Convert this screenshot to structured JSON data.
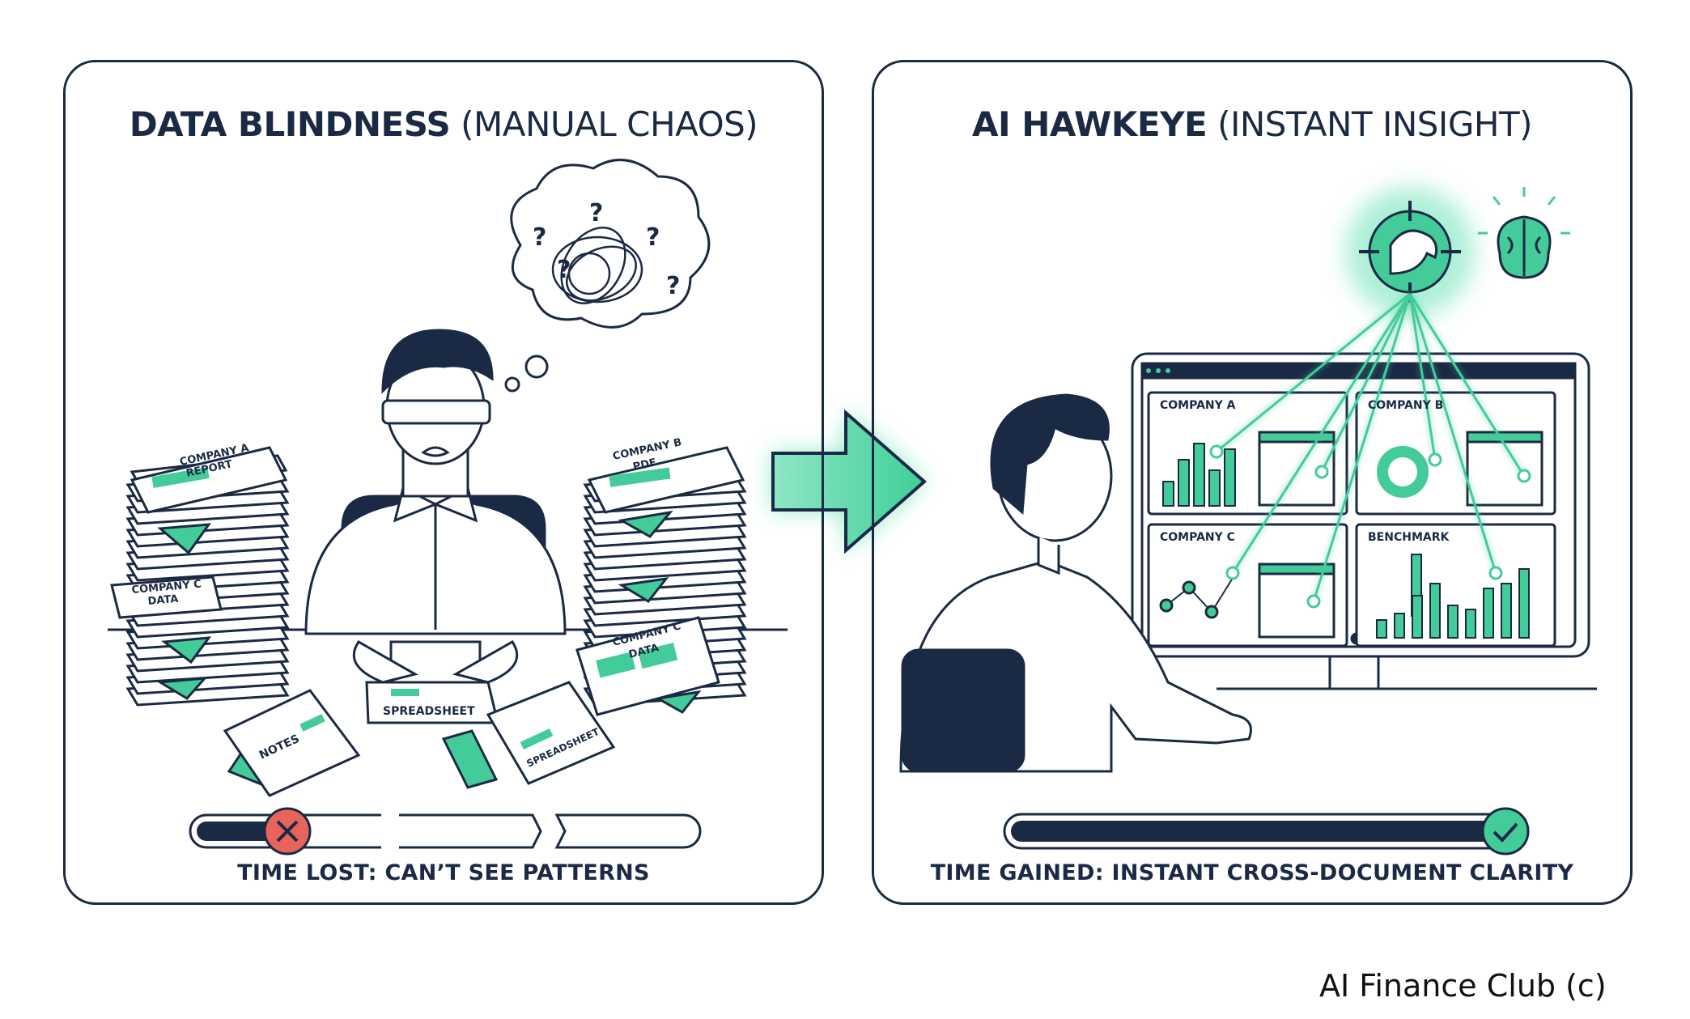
{
  "left_panel": {
    "title_bold": "DATA BLINDNESS",
    "title_light": "(MANUAL CHAOS)",
    "caption": "TIME LOST: CAN’T SEE PATTERNS",
    "doc_labels": {
      "company_a_report": [
        "COMPANY A",
        "REPORT"
      ],
      "company_b_pdf": [
        "COMPANY B",
        "PDF"
      ],
      "company_c_data_left": [
        "COMPANY C",
        "DATA"
      ],
      "company_c_data_right": [
        "COMPANY C",
        "DATA"
      ],
      "spreadsheet": "SPREADSHEET",
      "notes": "NOTES",
      "spreadsheet_2": "SPREADSHEET"
    },
    "thought_marks": [
      "?",
      "?",
      "?",
      "?",
      "?"
    ],
    "progress_state": "blocked",
    "status_icon": "x-circle-icon"
  },
  "right_panel": {
    "title_bold": "AI HAWKEYE",
    "title_light": "(INSTANT INSIGHT)",
    "caption": "TIME GAINED: INSTANT CROSS-DOCUMENT CLARITY",
    "dashboard": {
      "tiles": [
        "COMPANY A",
        "COMPANY B",
        "COMPANY C",
        "BENCHMARK"
      ]
    },
    "progress_percent": 100,
    "status_icon": "check-circle-icon"
  },
  "footer": "AI Finance Club (c)",
  "colors": {
    "navy": "#1b2a44",
    "green": "#43cc9a",
    "red": "#e8645a"
  }
}
